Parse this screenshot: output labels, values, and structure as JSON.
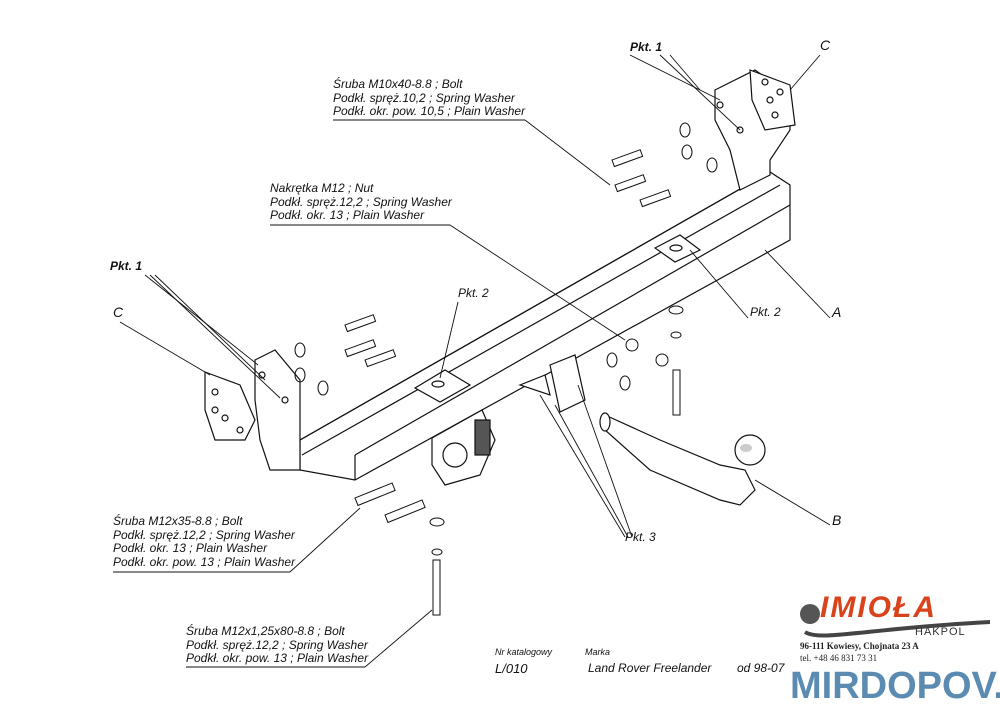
{
  "callouts": {
    "bolt_m10": [
      "Śruba M10x40-8.8 ;  Bolt",
      "Podkł. spręż.10,2 ; Spring Washer",
      "Podkł. okr. pow. 10,5 ; Plain Washer"
    ],
    "nut_m12": [
      "Nakrętka  M12 ; Nut",
      "Podkł. spręż.12,2 ; Spring Washer",
      "Podkł. okr. 13 ; Plain Washer"
    ],
    "bolt_m12x35": [
      "Śruba M12x35-8.8 ;  Bolt",
      "Podkł. spręż.12,2 ; Spring Washer",
      "Podkł. okr. 13 ; Plain Washer",
      "Podkł. okr. pow. 13 ; Plain Washer"
    ],
    "bolt_m12x80": [
      "Śruba M12x1,25x80-8.8 ;  Bolt",
      "Podkł. spręż.12,2 ; Spring Washer",
      "Podkł. okr. pow. 13 ; Plain Washer"
    ]
  },
  "labels": {
    "pkt1": "Pkt. 1",
    "pkt2": "Pkt. 2",
    "pkt3": "Pkt. 3",
    "a": "A",
    "b": "B",
    "c": "C"
  },
  "footer": {
    "catalog_label": "Nr katalogowy",
    "catalog_value": "L/010",
    "brand_label": "Marka",
    "brand_value": "Land Rover Freelander",
    "years": "od 98-07"
  },
  "logo": {
    "name": "IMIOŁA",
    "sub": "HAKPOL",
    "address": "96-111 Kowiesy, Chojnata 23 A",
    "phone": "tel. +48 46 831 73 31"
  },
  "watermark": "MIRDOPOV.RU",
  "colors": {
    "logo": "#d8431c",
    "watermark": "#4a7fa8"
  }
}
